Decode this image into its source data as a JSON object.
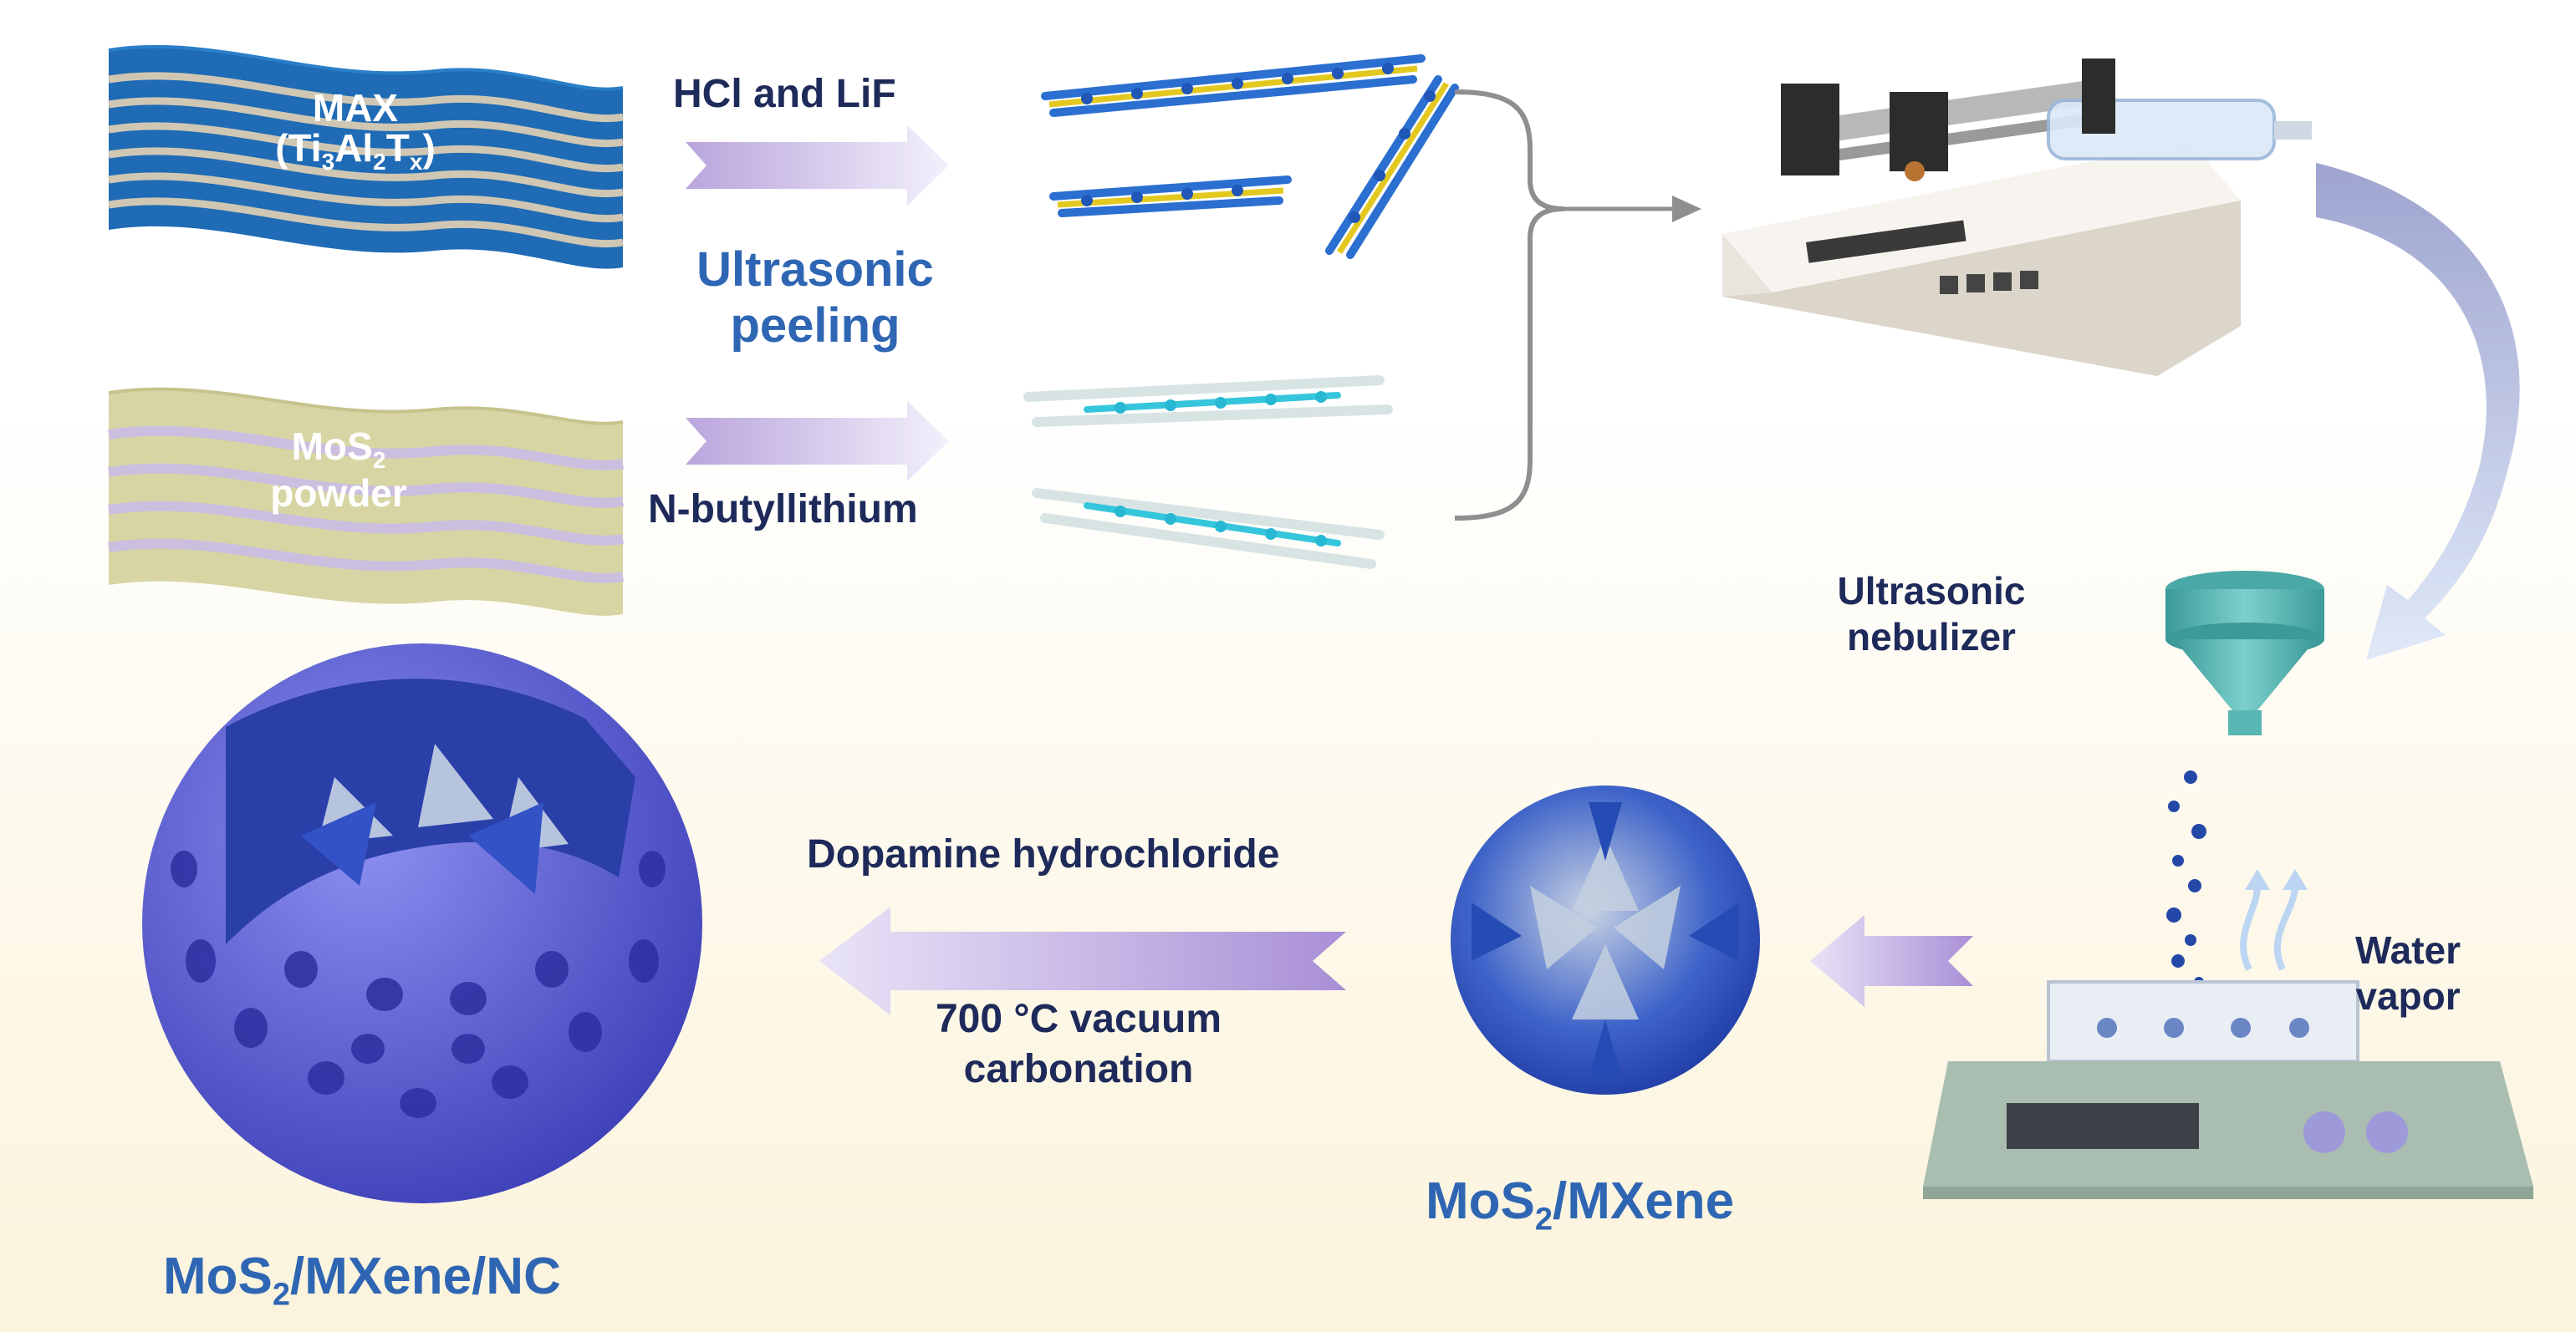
{
  "colors": {
    "navy": "#1e2a5a",
    "blue": "#2f66b3",
    "max_layer": "#1f6bb5",
    "mos2_layer": "#d7d5a3",
    "arrow": "#b7a6da",
    "sphere": "#5a5fd1"
  },
  "materials": {
    "max_line1": "MAX",
    "max_formula_open": "(Ti",
    "max_sub1": "3",
    "max_al": "Al",
    "max_sub2": "2",
    "max_t": "T",
    "max_subx": "x",
    "max_close": ")",
    "mos2_line1_main": "MoS",
    "mos2_line1_sub": "2",
    "mos2_line2": "powder"
  },
  "steps": {
    "acid": "HCl and LiF",
    "peel_line1": "Ultrasonic",
    "peel_line2": "peeling",
    "butyl": "N-butyllithium",
    "nebulizer_line1": "Ultrasonic",
    "nebulizer_line2": "nebulizer",
    "vapor_line1": "Water",
    "vapor_line2": "vapor",
    "dopamine": "Dopamine  hydrochloride",
    "carb_line1": "700 °C vacuum",
    "carb_line2": "carbonation"
  },
  "products": {
    "mid_main": "MoS",
    "mid_sub": "2",
    "mid_rest": "/MXene",
    "final_main": "MoS",
    "final_sub": "2",
    "final_rest": "/MXene/NC"
  }
}
